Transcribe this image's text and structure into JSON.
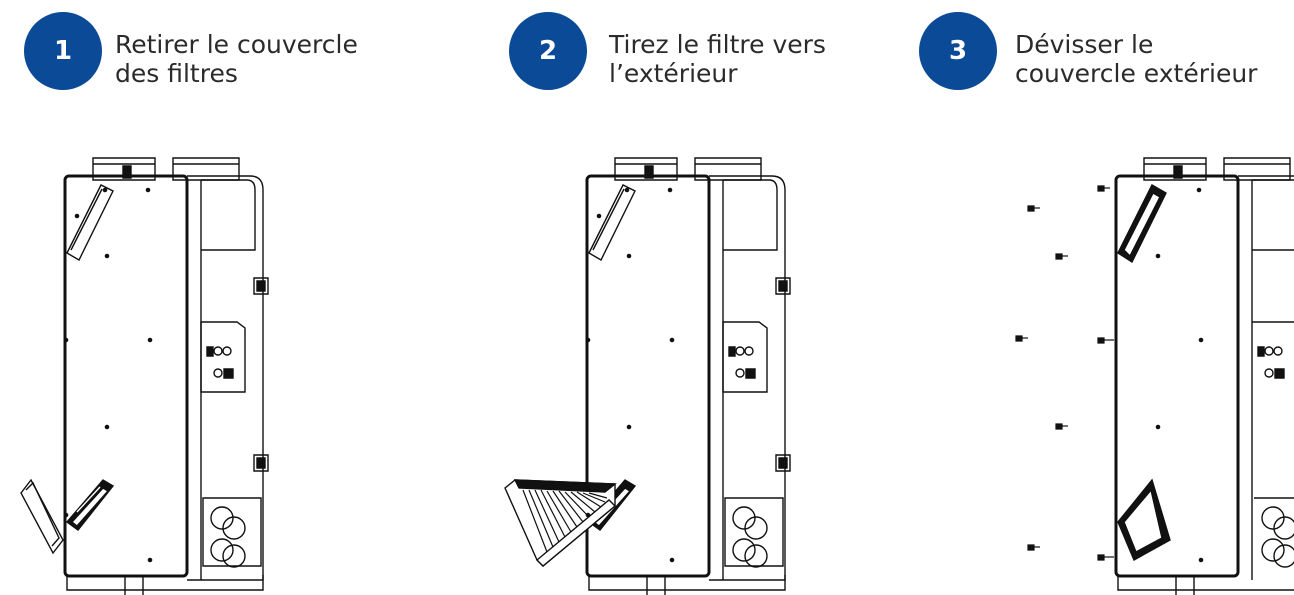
{
  "accent_color": "#0b4a96",
  "steps": [
    {
      "number": "1",
      "caption_lines": [
        "Retirer le couvercle",
        "des filtres"
      ],
      "illustration": "unit-with-filter-cover-removed"
    },
    {
      "number": "2",
      "caption_lines": [
        "Tirez le filtre vers",
        "l’extérieur"
      ],
      "illustration": "unit-with-filter-pulled-out"
    },
    {
      "number": "3",
      "caption_lines": [
        "Dévisser le",
        "couvercle extérieur"
      ],
      "illustration": "unit-with-outer-cover-screws-removed"
    }
  ]
}
